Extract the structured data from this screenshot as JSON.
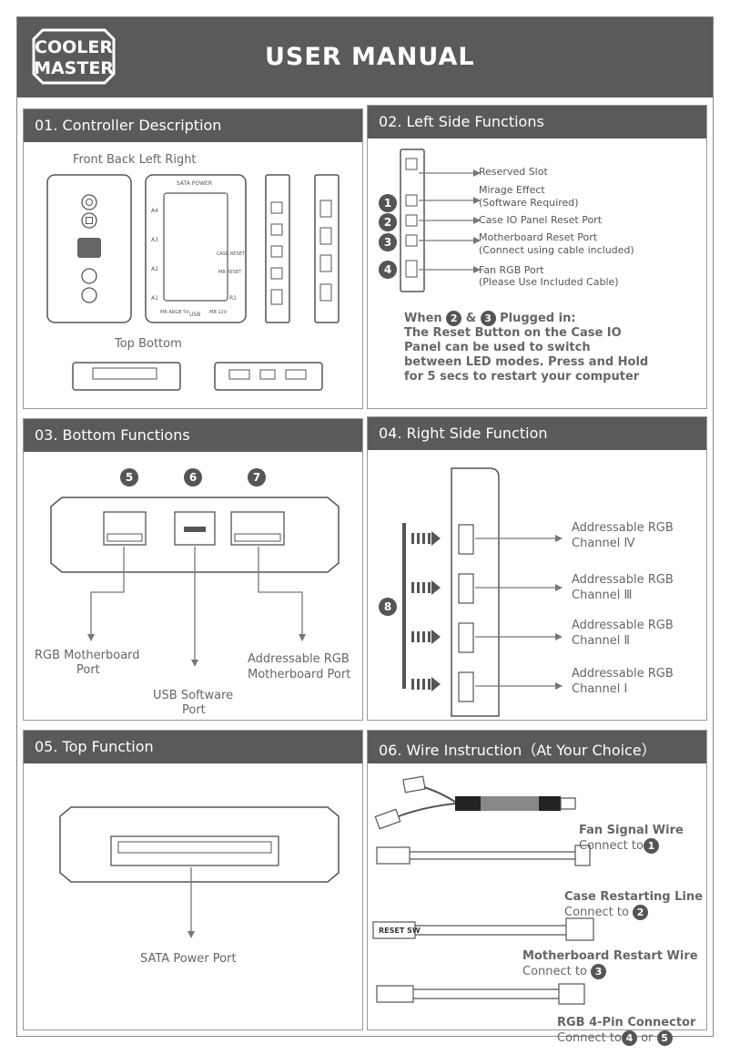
{
  "header": {
    "logo_line1": "COOLER",
    "logo_line2": "MASTER",
    "title": "USER MANUAL"
  },
  "panels": {
    "p1": {
      "title": "01. Controller Description",
      "view_labels_top": "Front  Back  Left  Right",
      "view_labels_bottom": "Top  Bottom",
      "sata_label": "SATA POWER",
      "usb_label": "USB",
      "a4": "A4",
      "a3": "A3",
      "a2": "A2",
      "a1": "A1",
      "r1": "R1",
      "case_reset": "CASE RESET",
      "mb_reset": "MB RESET",
      "mb_argb": "MB ARGB 5V",
      "mb_12v": "MB 12V"
    },
    "p2": {
      "title": "02. Left Side Functions",
      "items": [
        {
          "label": "Reserved Slot",
          "sub": ""
        },
        {
          "num": "1",
          "label": "Mirage Effect",
          "sub": "(Software Required)"
        },
        {
          "num": "2",
          "label": "Case IO Panel Reset Port",
          "sub": ""
        },
        {
          "num": "3",
          "label": "Motherboard Reset Port",
          "sub": "(Connect using cable included)"
        },
        {
          "num": "4",
          "label": "Fan RGB Port",
          "sub": "(Please Use Included Cable)"
        }
      ],
      "note_when": "When",
      "note_n2": "2",
      "note_amp": "&",
      "note_n3": "3",
      "note_plugged": "Plugged in:",
      "note_line2": "The Reset Button on the Case IO",
      "note_line3": "Panel can be used to switch",
      "note_line4": "between LED modes. Press and Hold",
      "note_line5": "for 5 secs to restart your computer"
    },
    "p3": {
      "title": "03. Bottom Functions",
      "n5": "5",
      "n6": "6",
      "n7": "7",
      "rgb_mb_1": "RGB Motherboard",
      "rgb_mb_2": "Port",
      "usb_1": "USB Software",
      "usb_2": "Port",
      "argb_1": "Addressable RGB",
      "argb_2": "Motherboard Port"
    },
    "p4": {
      "title": "04. Right Side Function",
      "n8": "8",
      "channels": [
        {
          "l1": "Addressable RGB",
          "l2": "Channel Ⅳ"
        },
        {
          "l1": "Addressable RGB",
          "l2": "Channel Ⅲ"
        },
        {
          "l1": "Addressable RGB",
          "l2": "Channel Ⅱ"
        },
        {
          "l1": "Addressable RGB",
          "l2": "Channel Ⅰ"
        }
      ]
    },
    "p5": {
      "title": "05. Top Function",
      "sata": "SATA Power Port"
    },
    "p6": {
      "title": "06. Wire Instruction（At Your Choice）",
      "wires": [
        {
          "name": "Fan Signal Wire",
          "connect": "Connect to",
          "n": "1"
        },
        {
          "name": "Case Restarting Line",
          "connect": "Connect to",
          "n": "2"
        },
        {
          "name": "Motherboard  Restart Wire",
          "connect": "Connect to",
          "n": "3"
        },
        {
          "name": "RGB 4-Pin Connector",
          "connect": "Connect to",
          "n": "4",
          "or": "or",
          "n2": "5"
        }
      ],
      "reset_sw": "RESET SW"
    }
  }
}
